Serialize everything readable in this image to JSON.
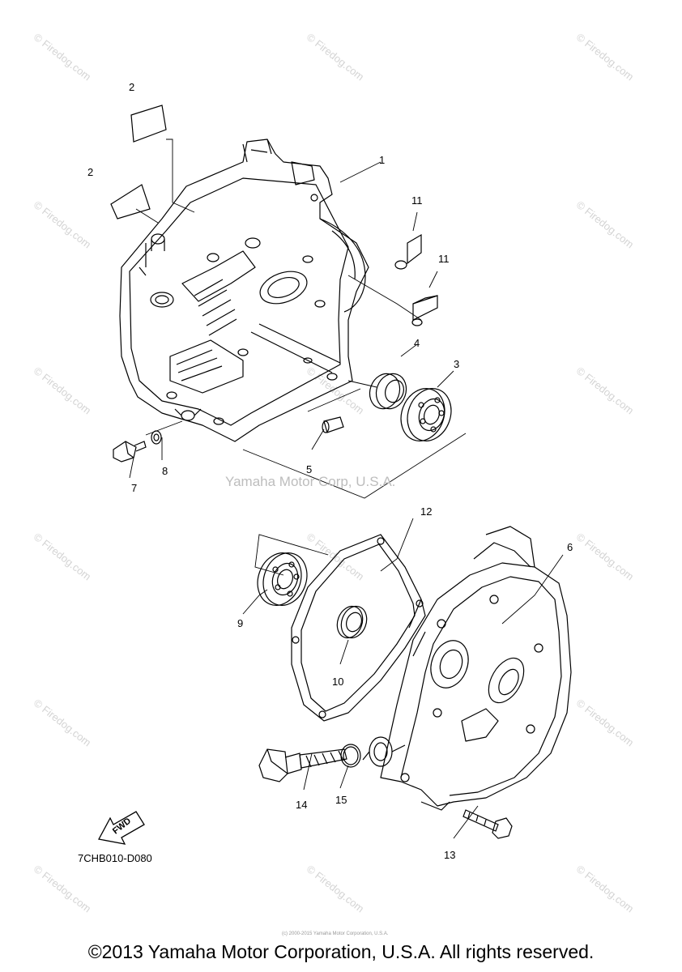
{
  "watermark": {
    "site": "© Firedog.com",
    "center": "Yamaha Motor Corp, U.S.A."
  },
  "diagram": {
    "code": "7CHB010-D080",
    "fwd": "FWD",
    "parts": [
      "1",
      "2",
      "2",
      "3",
      "4",
      "5",
      "6",
      "7",
      "8",
      "9",
      "10",
      "11",
      "11",
      "12",
      "13",
      "14",
      "15"
    ]
  },
  "footer": {
    "copyright": "©2013 Yamaha Motor Corporation, U.S.A. All rights reserved.",
    "credit": "(c) 2000-2015 Yamaha Motor Corporation, U.S.A."
  }
}
